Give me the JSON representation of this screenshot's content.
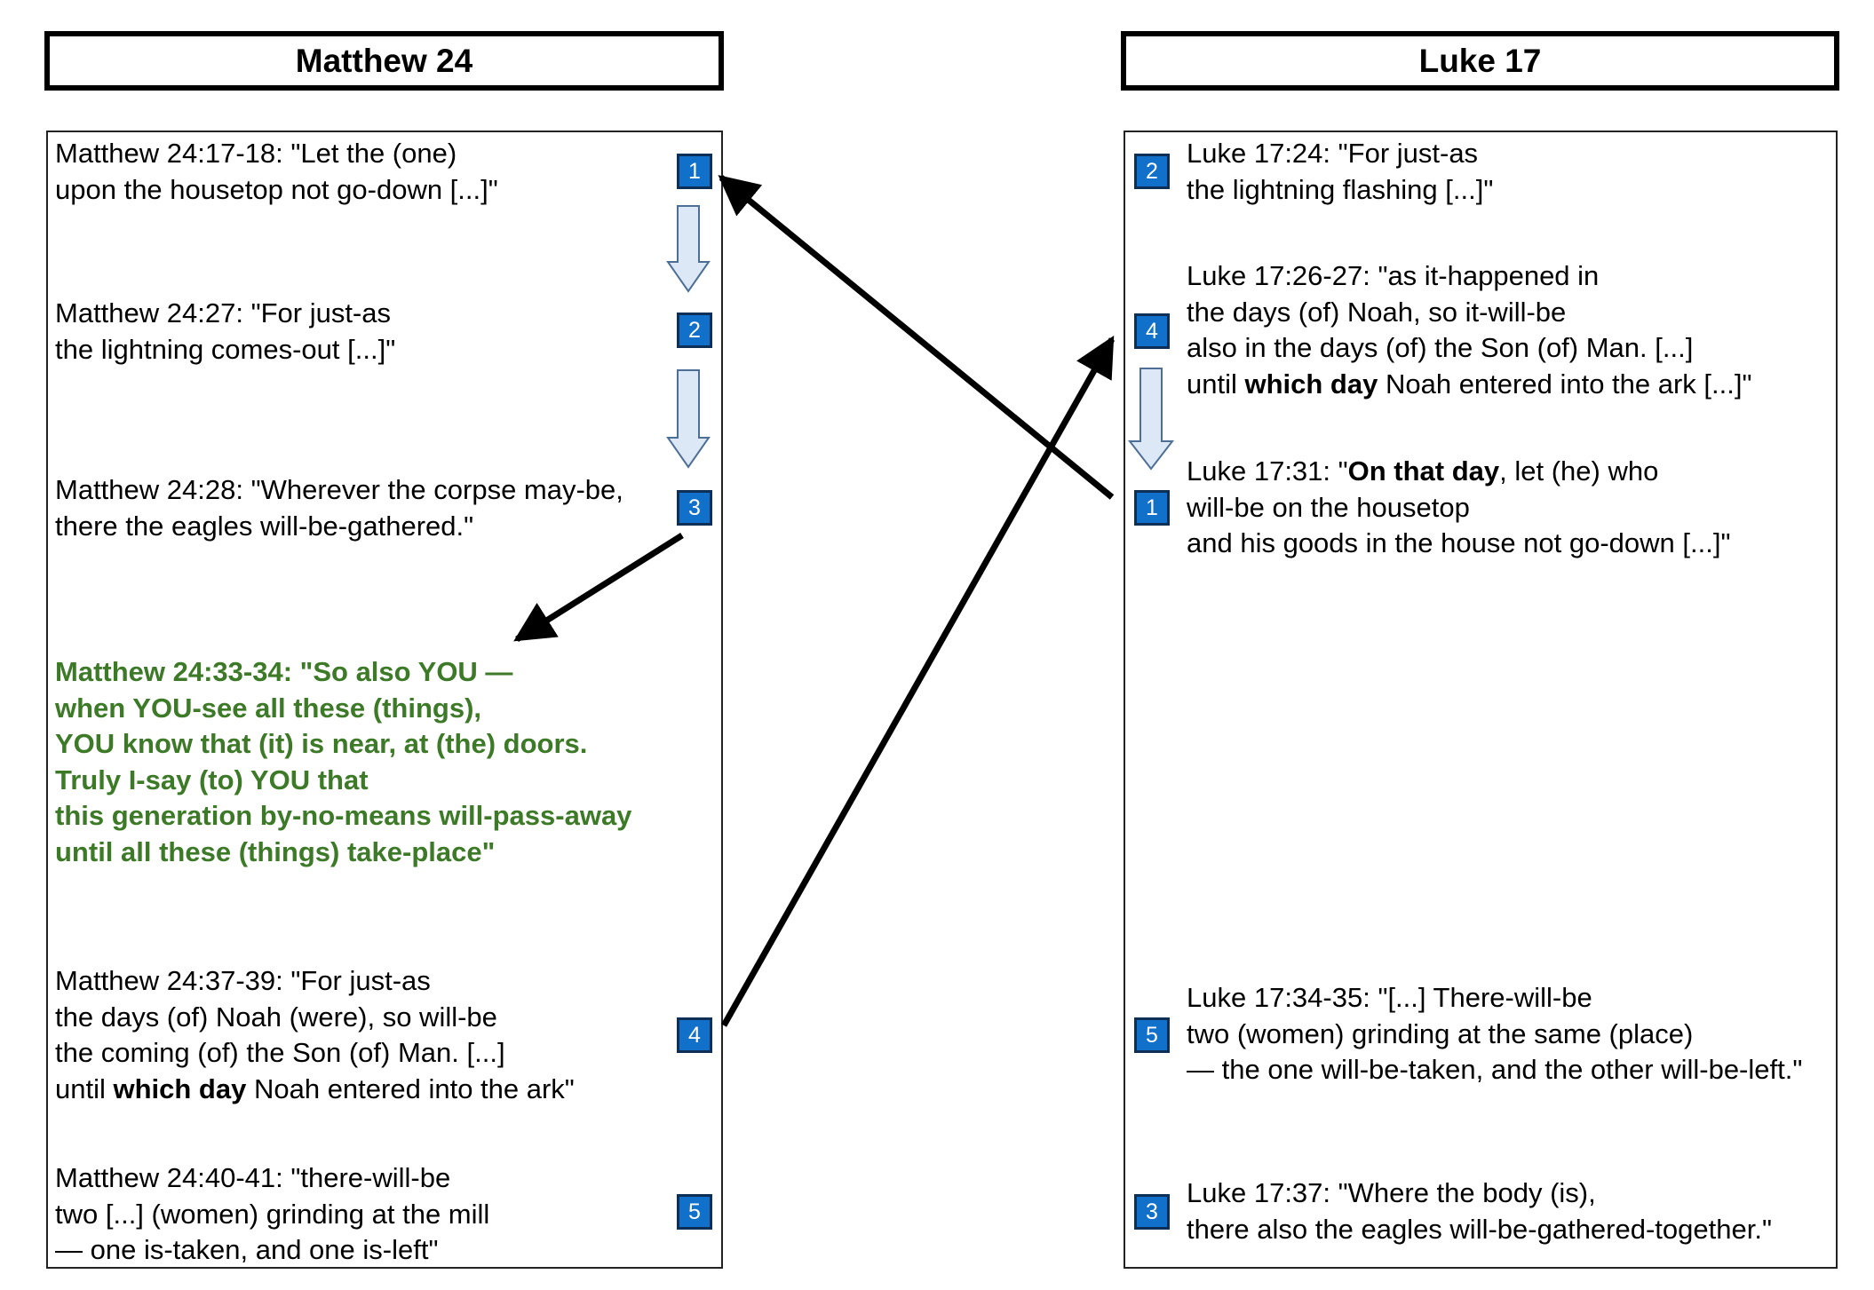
{
  "headers": {
    "left": "Matthew 24",
    "right": "Luke 17"
  },
  "matthew": {
    "p1": "Matthew 24:17-18: \"Let the (one)\nupon the housetop not go-down [...]\"",
    "p2": "Matthew 24:27: \"For just-as\nthe lightning comes-out [...]\"",
    "p3": "Matthew 24:28: \"Wherever the corpse may-be,\nthere the eagles will-be-gathered.\"",
    "green": "Matthew 24:33-34: \"So also YOU —\nwhen YOU-see all these (things),\nYOU know that (it) is near, at (the) doors.\nTruly I-say (to) YOU that\nthis generation by-no-means will-pass-away\nuntil all these (things) take-place\"",
    "p4_before": "Matthew 24:37-39: \"For just-as\nthe days (of) Noah (were), so will-be\nthe coming (of) the Son (of) Man. [...]\nuntil ",
    "p4_bold": "which day",
    "p4_after": " Noah entered into the ark\"",
    "p5": "Matthew 24:40-41: \"there-will-be\ntwo [...] (women) grinding at the mill\n— one is-taken, and one is-left\""
  },
  "luke": {
    "p2": "Luke 17:24: \"For just-as\nthe lightning flashing [...]\"",
    "p4_before": "Luke 17:26-27: \"as it-happened in\nthe days (of) Noah, so it-will-be\nalso in the days (of) the Son (of) Man. [...]\nuntil ",
    "p4_bold": "which day",
    "p4_after": " Noah entered into the ark [...]\"",
    "p1_before": "Luke 17:31: \"",
    "p1_bold": "On that day",
    "p1_after": ", let (he) who\nwill-be on the housetop\nand his goods in the house not go-down [...]\"",
    "p5": "Luke 17:34-35: \"[...] There-will-be\ntwo (women) grinding at the same (place)\n— the one will-be-taken, and the other will-be-left.\"",
    "p3": "Luke 17:37: \"Where the body (is),\nthere also the eagles will-be-gathered-together.\""
  },
  "badges": {
    "m1": "1",
    "m2": "2",
    "m3": "3",
    "m4": "4",
    "m5": "5",
    "l2": "2",
    "l4": "4",
    "l1": "1",
    "l5": "5",
    "l3": "3"
  },
  "colors": {
    "badge_fill": "#1170c9",
    "highlight_text": "#3c7a27",
    "order_arrow_fill": "#dce8f5"
  }
}
